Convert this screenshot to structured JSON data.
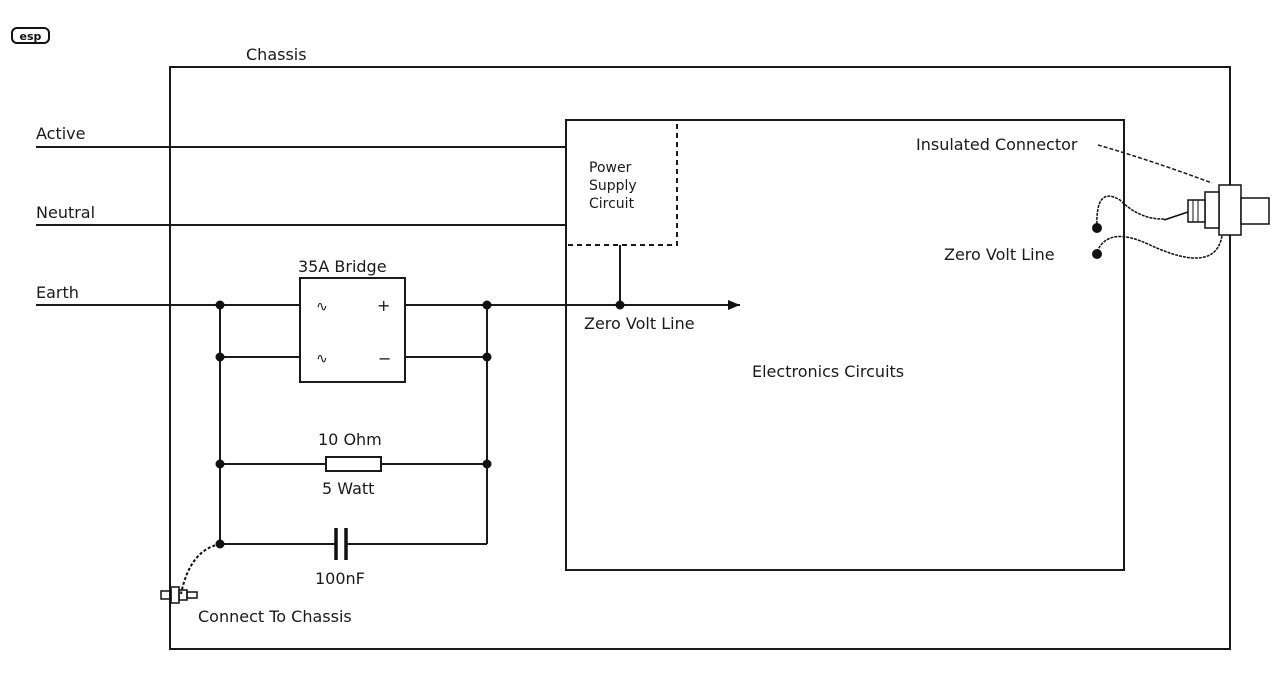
{
  "diagram": {
    "logo": "esp",
    "labels": {
      "chassis": "Chassis",
      "active": "Active",
      "neutral": "Neutral",
      "earth": "Earth",
      "bridge": "35A Bridge",
      "bridge_ac1": "∿",
      "bridge_ac2": "∿",
      "bridge_plus": "+",
      "bridge_minus": "−",
      "power_supply_1": "Power",
      "power_supply_2": "Supply",
      "power_supply_3": "Circuit",
      "zero_volt_line_main": "Zero Volt Line",
      "electronics": "Electronics Circuits",
      "insulated_connector": "Insulated Connector",
      "zero_volt_line_connector": "Zero Volt Line",
      "resistor_value": "10 Ohm",
      "resistor_power": "5 Watt",
      "capacitor_value": "100nF",
      "connect_to_chassis": "Connect To Chassis"
    }
  }
}
